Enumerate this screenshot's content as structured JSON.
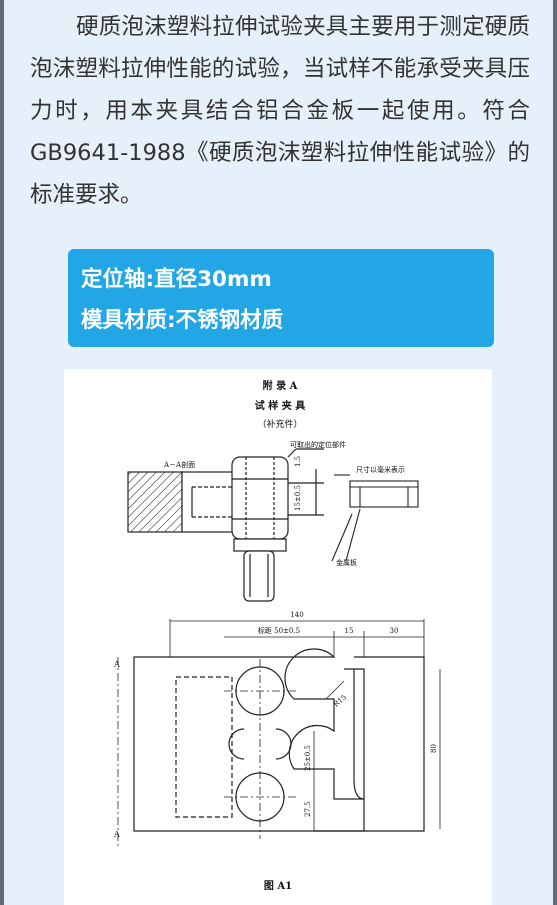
{
  "intro": {
    "text": "硬质泡沫塑料拉伸试验夹具主要用于测定硬质泡沫塑料拉伸性能的试验，当试样不能承受夹具压力时，用本夹具结合铝合金板一起使用。符合 GB9641-1988《硬质泡沫塑料拉伸性能试验》的标准要求。"
  },
  "specs": {
    "locating_shaft": "定位轴:直径30mm",
    "mold_material": "模具材质:不锈钢材质"
  },
  "figure": {
    "appendix_title": "附 录 A",
    "fixture_title": "试 样 夹 具",
    "supplement_note": "（补充件）",
    "removable_part_label": "可取出的定位部件",
    "section_label": "A－A剖面",
    "units_note": "尺寸以毫米表示",
    "metal_plate_label": "金属板",
    "dim_140": "140",
    "dim_gauge": "标距 50±0.5",
    "dim_15": "15",
    "dim_30": "30",
    "dim_1_5": "1.5",
    "dim_15_tol": "15±0.5",
    "dim_r15": "R15",
    "dim_25_tol": "25±0.5",
    "dim_27_5": "27.5",
    "dim_80": "80",
    "section_mark_a1": "A",
    "section_mark_a2": "A",
    "caption": "图 A1"
  },
  "colors": {
    "page_background": "#e6f0fa",
    "spec_box": "#22a6e6",
    "body_text": "#333333",
    "frame": "#5f6c78"
  }
}
